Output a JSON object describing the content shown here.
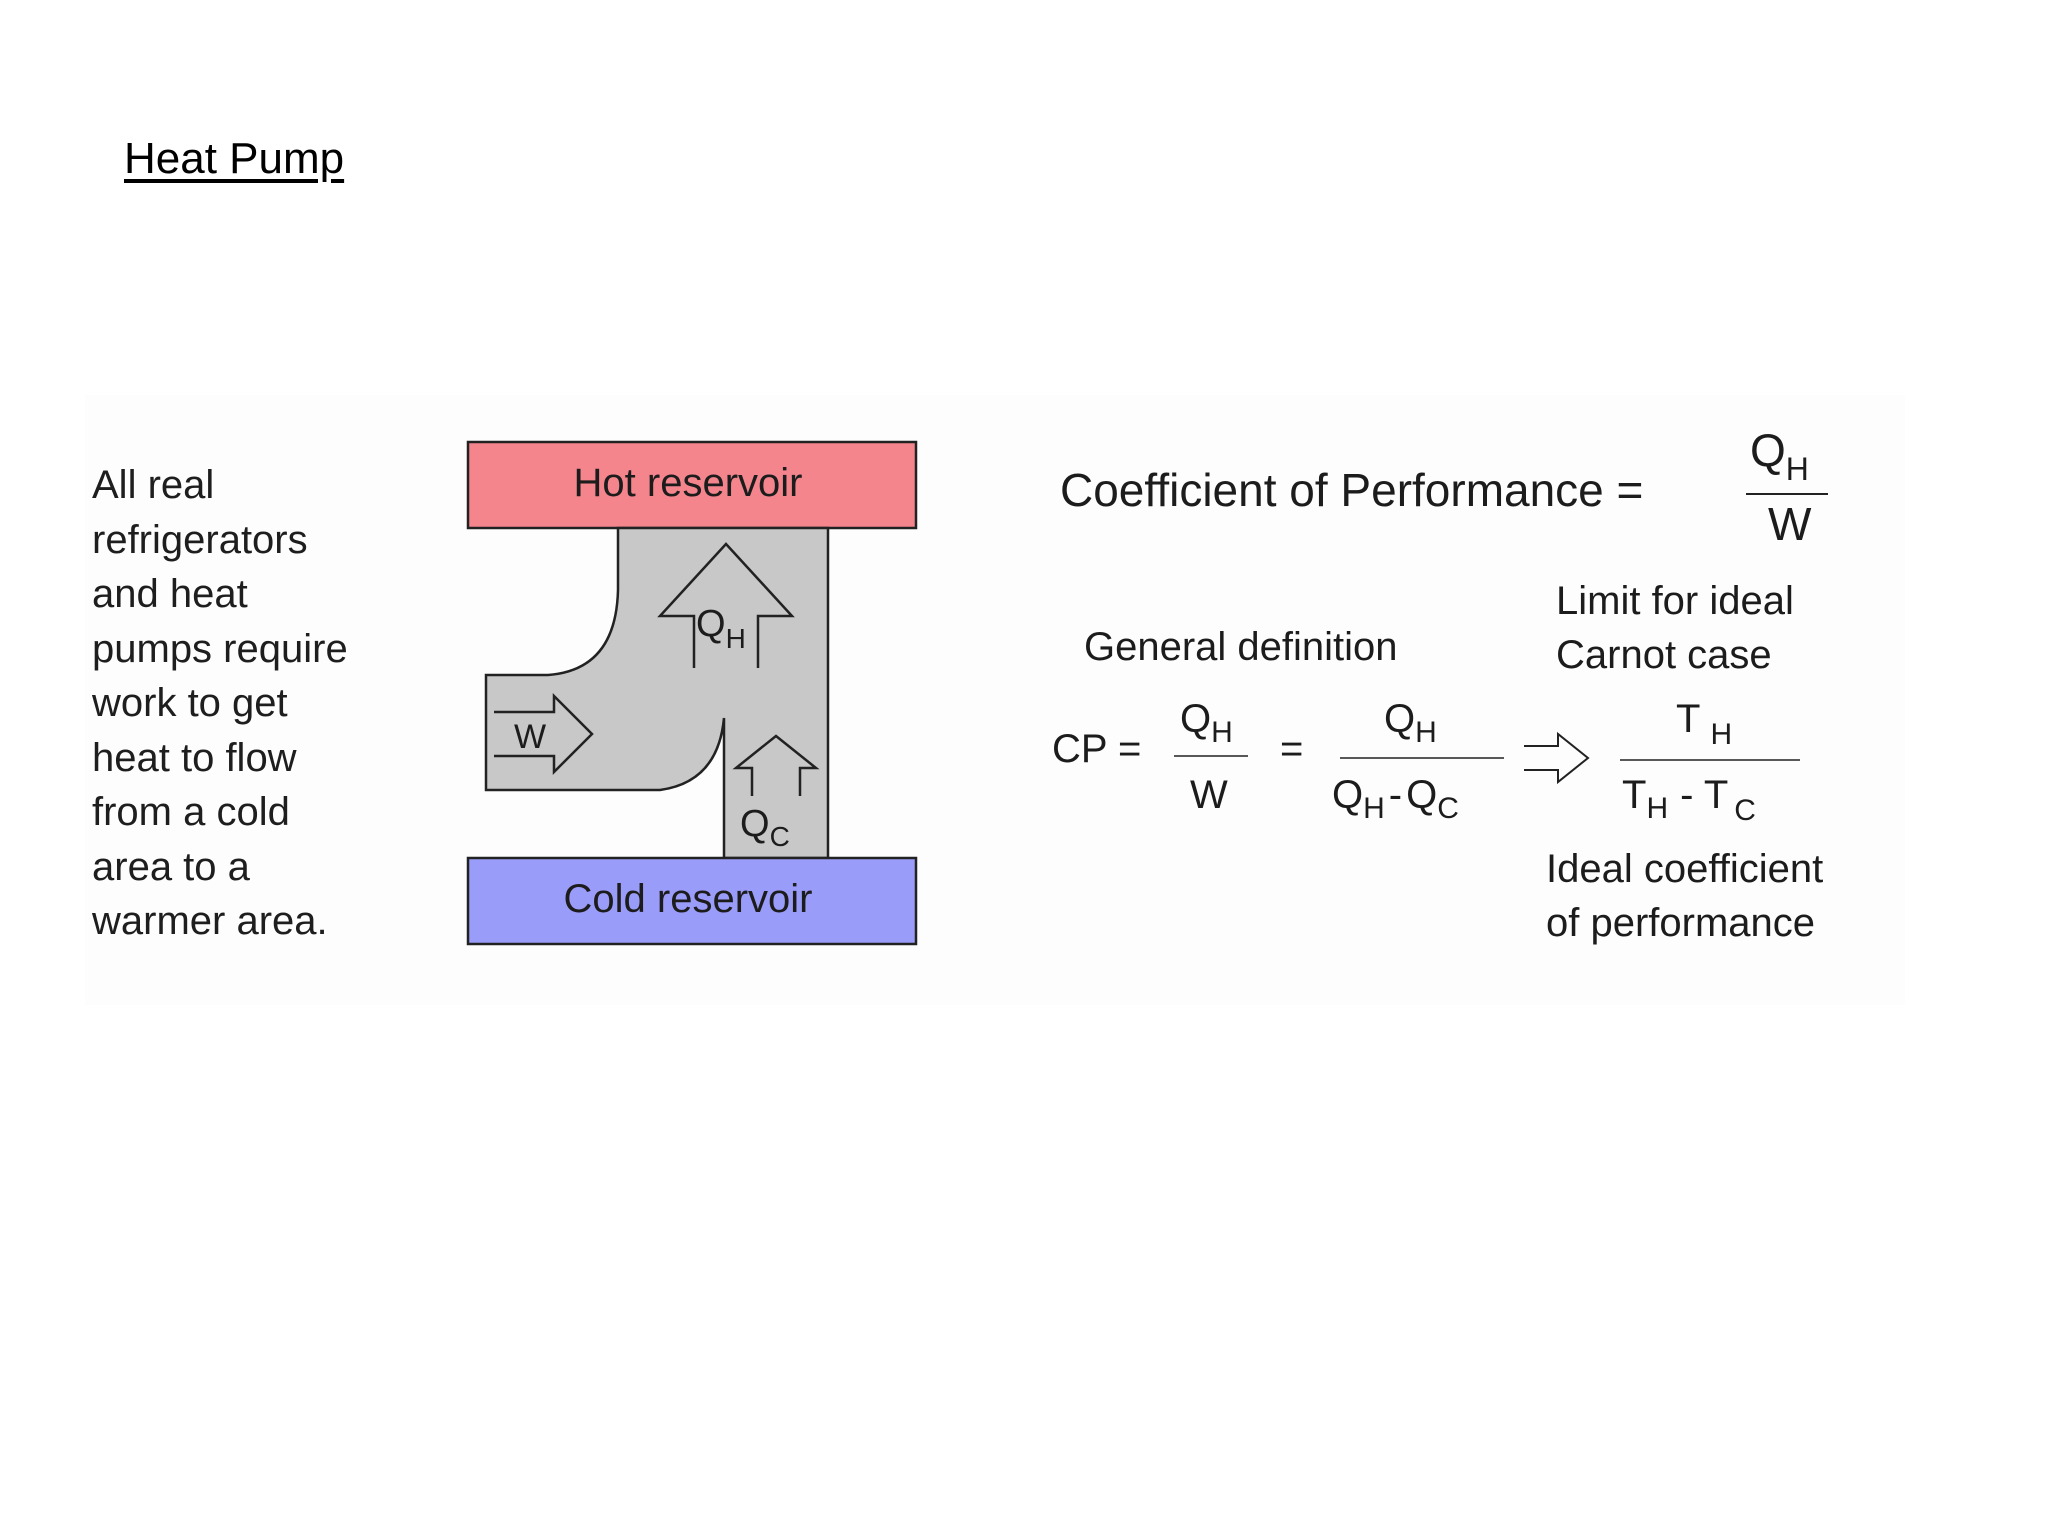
{
  "slide": {
    "title": "Heat Pump"
  },
  "description": {
    "lines": [
      "All real",
      "refrigerators",
      "and heat",
      "pumps require",
      "work to get",
      "heat to flow",
      "from a cold",
      "area to a",
      "warmer area."
    ]
  },
  "diagram": {
    "hot_reservoir_label": "Hot reservoir",
    "cold_reservoir_label": "Cold reservoir",
    "work_label": "W",
    "qh_main": "Q",
    "qh_sub": "H",
    "qc_main": "Q",
    "qc_sub": "C",
    "hot_color": "#f4858d",
    "cold_color": "#9a9cf9",
    "body_color": "#c8c8c8"
  },
  "formulas": {
    "cop_label": "Coefficient of Performance =",
    "cop_num_main": "Q",
    "cop_num_sub": "H",
    "cop_den": "W",
    "general_definition": "General definition",
    "limit_line1": "Limit for ideal",
    "limit_line2": "Carnot case",
    "cp_label": "CP =",
    "f1_num_main": "Q",
    "f1_num_sub": "H",
    "f1_den": "W",
    "equals": "=",
    "f2_num_main": "Q",
    "f2_num_sub": "H",
    "f2_den_a_main": "Q",
    "f2_den_a_sub": "H",
    "f2_den_minus": "-",
    "f2_den_b_main": "Q",
    "f2_den_b_sub": "C",
    "f3_num_main": "T",
    "f3_num_sub": "H",
    "f3_den_a_main": "T",
    "f3_den_a_sub": "H",
    "f3_den_minus": "- T",
    "f3_den_b_sub": "C",
    "ideal_line1": "Ideal coefficient",
    "ideal_line2": "of performance"
  }
}
